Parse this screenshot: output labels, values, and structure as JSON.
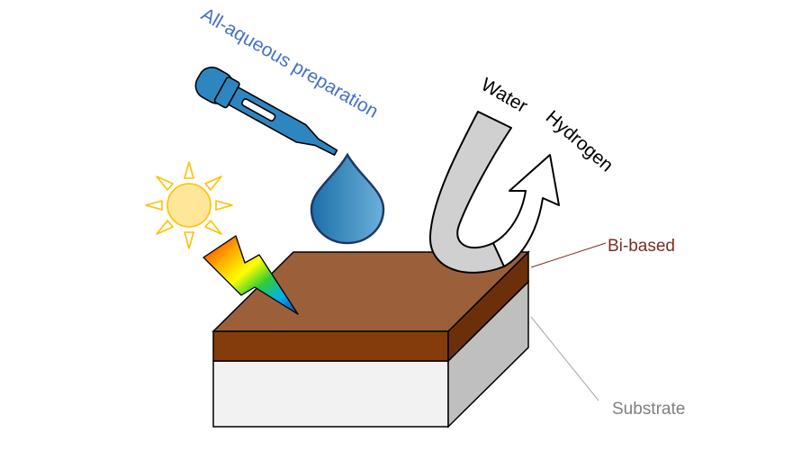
{
  "labels": {
    "prep": "All-aqueous preparation",
    "water": "Water",
    "hydrogen": "Hydrogen",
    "film": "Bi-based",
    "substrate": "Substrate"
  },
  "icons": [
    "sun-icon",
    "dropper-icon",
    "droplet-icon",
    "lightning-icon",
    "tube-arrow-icon",
    "hydrogen-arrow-icon"
  ],
  "colors": {
    "prep_text": "#4472c4",
    "film_top": "#9b5f3a",
    "film_front": "#843c0c",
    "film_side": "#6b300a",
    "substrate_front": "#f2f2f2",
    "substrate_side": "#bfbfbf",
    "film_leader": "#7b2c20",
    "substrate_leader": "#a6a6a6",
    "sun": "#ffe699",
    "sun_stroke": "#ffc000",
    "dropper": "#2e86c1",
    "outline": "#1f3864"
  }
}
